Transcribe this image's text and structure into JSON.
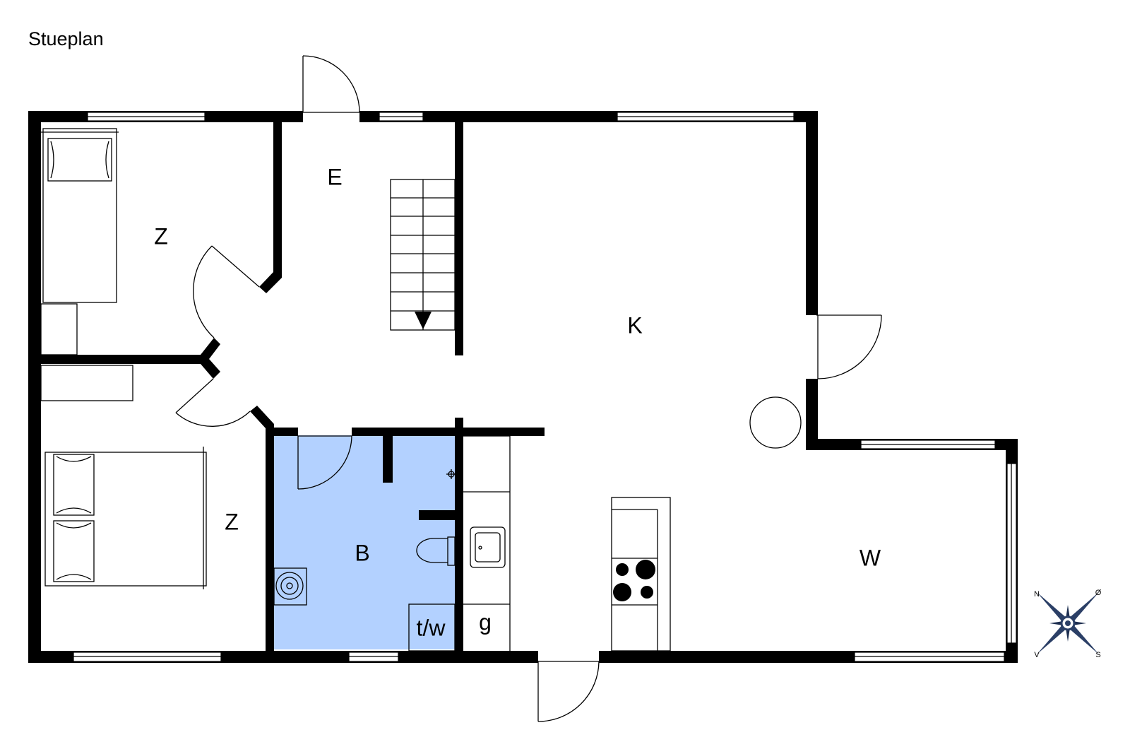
{
  "plan": {
    "title": "Stueplan",
    "bathroom_fill": "#b3d1ff",
    "rooms": {
      "bedroom_top": "Z",
      "entrance": "E",
      "kitchen": "K",
      "bedroom_bottom": "Z",
      "bathroom": "B",
      "toilet_washer": "t/w",
      "storage": "g",
      "living": "W"
    },
    "compass": {
      "north": "N",
      "east": "Ø",
      "south": "S",
      "west": "V"
    }
  }
}
